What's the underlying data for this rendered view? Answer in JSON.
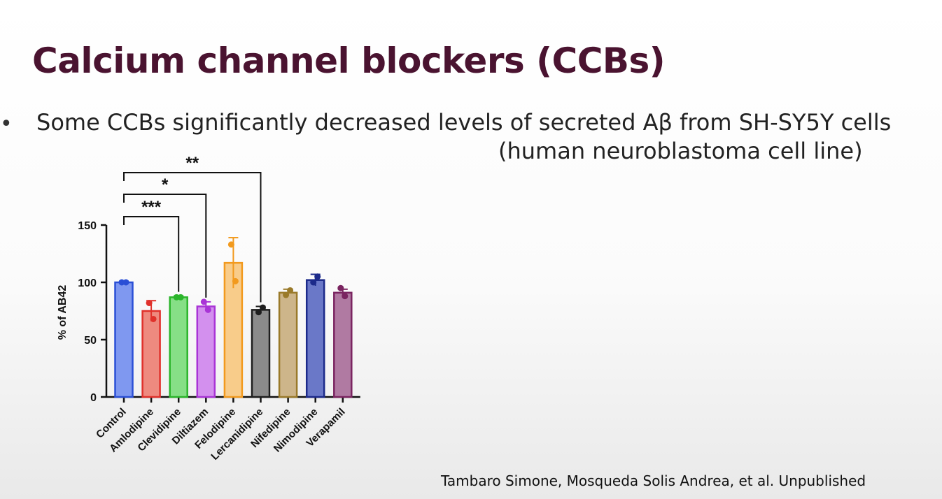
{
  "slide": {
    "title": "Calcium channel blockers (CCBs)",
    "bullet_marker": "•",
    "bullet_line1": "Some CCBs significantly decreased levels of secreted Aβ from SH-SY5Y cells",
    "bullet_line2": "(human neuroblastoma cell line)",
    "citation": "Tambaro Simone, Mosqueda Solis Andrea, et al. Unpublished"
  },
  "chart_data": {
    "type": "bar",
    "ylabel": "% of AB42",
    "ylim": [
      0,
      150
    ],
    "yticks": [
      0,
      50,
      100,
      150
    ],
    "categories": [
      "Control",
      "Amlodipine",
      "Clevidipine",
      "Diltiazem",
      "Felodipine",
      "Lercanidipine",
      "Nifedipine",
      "Nimodipine",
      "Verapamil"
    ],
    "values": [
      100,
      75,
      87,
      79,
      117,
      76,
      91,
      102,
      91
    ],
    "errors": [
      1,
      9,
      1,
      4,
      22,
      3,
      3,
      5,
      3
    ],
    "points": [
      [
        100,
        100
      ],
      [
        82,
        68
      ],
      [
        87,
        87
      ],
      [
        83,
        76
      ],
      [
        133,
        101
      ],
      [
        74,
        78
      ],
      [
        89,
        93
      ],
      [
        100,
        105
      ],
      [
        95,
        88
      ]
    ],
    "colors": [
      "#2a4fd6",
      "#e0312b",
      "#2bb52b",
      "#a934d6",
      "#f29a1e",
      "#1e1e1e",
      "#9a7a2a",
      "#1c2a8a",
      "#7a2460"
    ],
    "fills": [
      "#7f98f0",
      "#ee8a7f",
      "#86df86",
      "#d390ee",
      "#f8cc8a",
      "#8b8b8b",
      "#cdb58a",
      "#6a78c8",
      "#b07aa2"
    ],
    "significance": [
      {
        "from": "Control",
        "to": "Clevidipine",
        "label": "***"
      },
      {
        "from": "Control",
        "to": "Diltiazem",
        "label": "*"
      },
      {
        "from": "Control",
        "to": "Lercanidipine",
        "label": "**"
      }
    ]
  }
}
